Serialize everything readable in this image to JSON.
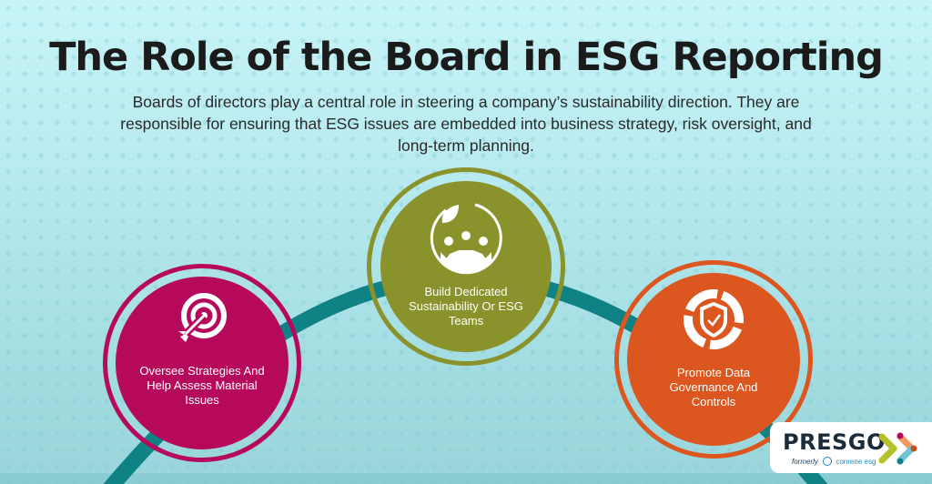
{
  "header": {
    "title": "The Role of the Board in ESG Reporting",
    "subtitle": "Boards of directors play a central role in steering a company’s sustainability direction. They are responsible for ensuring that ESG issues are embedded into business strategy, risk oversight, and long-term planning."
  },
  "nodes": [
    {
      "label": "Oversee Strategies And Help Assess Material Issues",
      "icon": "target-arrow-icon",
      "color": "#b7095c"
    },
    {
      "label": "Build Dedicated Sustainability Or ESG Teams",
      "icon": "team-leaf-icon",
      "color": "#8a922b"
    },
    {
      "label": "Promote Data Governance And Controls",
      "icon": "shield-check-icon",
      "color": "#dc561f"
    }
  ],
  "arc": {
    "color": "#0e8285"
  },
  "logo": {
    "name": "PRESGO",
    "formerly": "formerly",
    "former_brand": "conrene esg"
  },
  "colors": {
    "background": "#b6e9ee",
    "title": "#1b1b1b"
  }
}
